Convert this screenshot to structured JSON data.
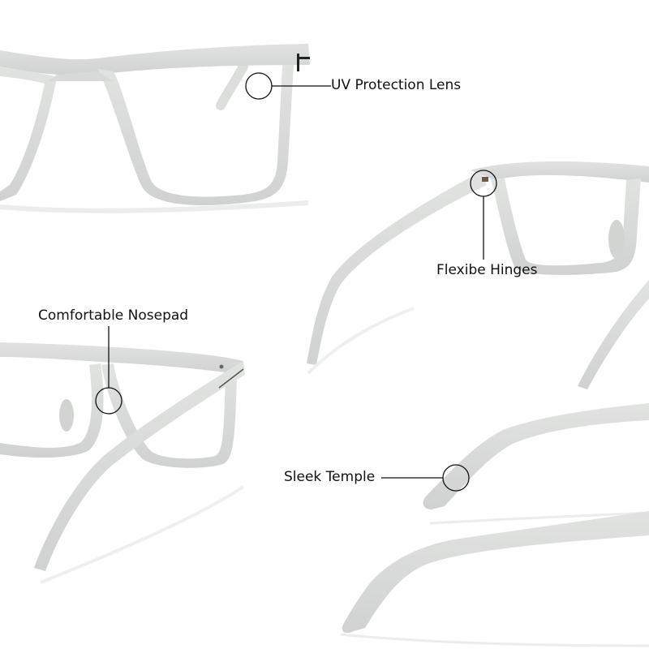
{
  "image": {
    "subject": "clear frosted square eyeglasses feature callouts",
    "background_color": "#ffffff",
    "frame_color": "#d6d8d6",
    "frame_shadow_color": "#c4c6c4",
    "line_color": "#111111"
  },
  "callouts": [
    {
      "id": "uv",
      "label": "UV Protection Lens"
    },
    {
      "id": "hinge",
      "label": "Flexibe Hinges"
    },
    {
      "id": "nosepad",
      "label": "Comfortable Nosepad"
    },
    {
      "id": "temple",
      "label": "Sleek Temple"
    }
  ]
}
